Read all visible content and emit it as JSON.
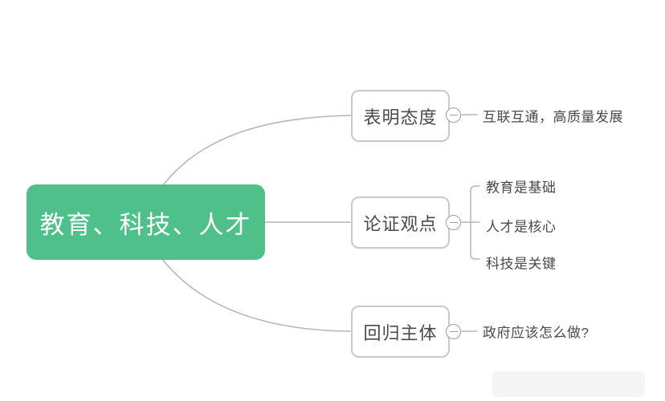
{
  "canvas": {
    "background_color": "#ffffff",
    "type": "mind-map"
  },
  "root": {
    "label": "教育、科技、人才",
    "fill_color": "#50c08a",
    "text_color": "#ffffff"
  },
  "branches": [
    {
      "label": "表明态度",
      "collapse_icon": "minus-circle",
      "children": [
        {
          "label": "互联互通，高质量发展"
        }
      ]
    },
    {
      "label": "论证观点",
      "collapse_icon": "minus-circle",
      "children": [
        {
          "label": "教育是基础"
        },
        {
          "label": "人才是核心"
        },
        {
          "label": "科技是关键"
        }
      ]
    },
    {
      "label": "回归主体",
      "collapse_icon": "minus-circle",
      "children": [
        {
          "label": "政府应该怎么做?"
        }
      ]
    }
  ],
  "colors": {
    "accent_green": "#50c08a",
    "node_border": "#c9c9c9",
    "connector_line": "#b5b5b5",
    "collapse_circle": "#9c9c9c",
    "text_dark": "#4a4a4a"
  }
}
